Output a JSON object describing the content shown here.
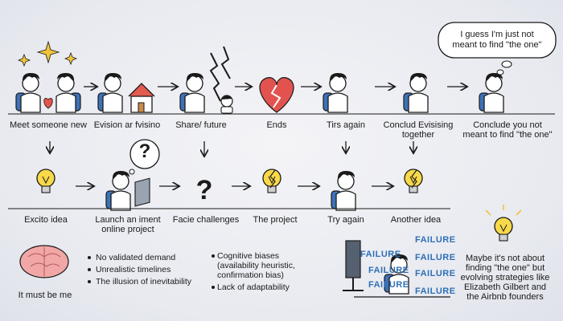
{
  "speech_bubble": [
    "I guess I'm just not",
    "meant to find \"the one\""
  ],
  "top_row": [
    "Meet someone new",
    "Evision ar fvisino",
    "Share/ future",
    "Ends",
    "Tirs again",
    "Conclud Evisising",
    "together",
    "Conclude you not",
    "meant to find \"the one\""
  ],
  "thought_bubble": "?",
  "middle_row": [
    "Excito idea",
    "Launch an iment",
    "online project",
    "Facie challenges",
    "The project",
    "Try again",
    "Another idea"
  ],
  "brain_caption": "It must be me",
  "bullets_left": [
    "No validated demand",
    "Unrealistic timelines",
    "The illusion of inevitability"
  ],
  "bullets_right": [
    "Cognitive biases",
    "(availability heuristic,",
    "confirmation bias)",
    "Lack of adaptability"
  ],
  "failure_word": "FAILURE",
  "closing_text": [
    "Maybe it's not about",
    "finding \"the one\" but",
    "evolving strategies like",
    "Elizabeth Gilbert and",
    "the Airbnb founders"
  ],
  "colors": {
    "heart": "#e2534f",
    "bulb": "#f7d94a",
    "backpack": "#3d72b8",
    "failure": "#2f6fb6"
  }
}
